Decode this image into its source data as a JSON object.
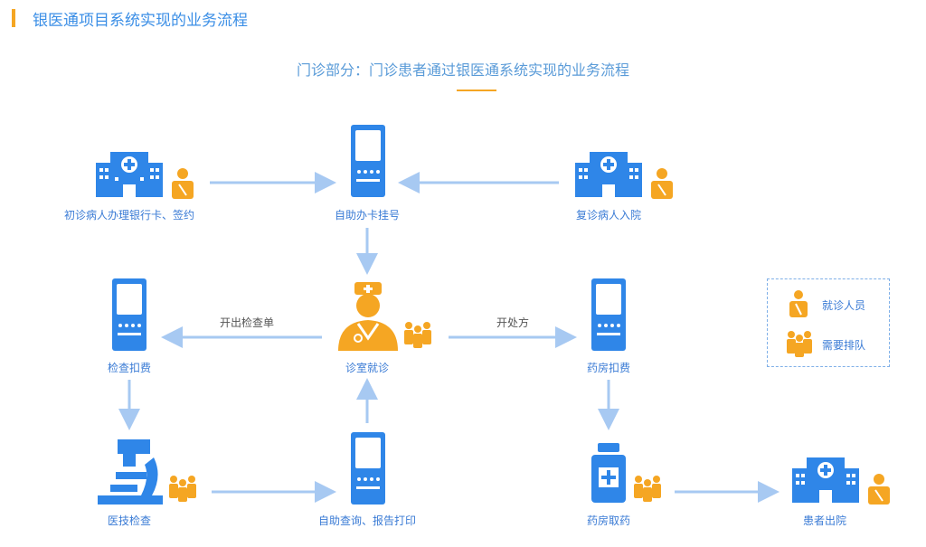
{
  "header": {
    "title": "银医通项目系统实现的业务流程"
  },
  "subtitle": "门诊部分：门诊患者通过银医通系统实现的业务流程",
  "colors": {
    "accent": "#f5a623",
    "primary_blue": "#2f86e8",
    "arrow_blue": "#a7c9f2",
    "label_blue": "#3a7bd5"
  },
  "nodes": {
    "first_visit": "初诊病人办理银行卡、签约",
    "self_register": "自助办卡挂号",
    "revisit": "复诊病人入院",
    "exam_pay": "检查扣费",
    "consult": "诊室就诊",
    "pharmacy_pay": "药房扣费",
    "medical_exam": "医技检查",
    "self_query": "自助查询、报告打印",
    "pharmacy_pick": "药房取药",
    "discharge": "患者出院"
  },
  "arrows": {
    "issue_exam": "开出检查单",
    "prescribe": "开处方"
  },
  "legend": {
    "patient": "就诊人员",
    "queue": "需要排队"
  },
  "icons": [
    "hospital-icon",
    "patient-icon",
    "kiosk-icon",
    "doctor-icon",
    "queue-icon",
    "microscope-icon",
    "medicine-bottle-icon"
  ]
}
